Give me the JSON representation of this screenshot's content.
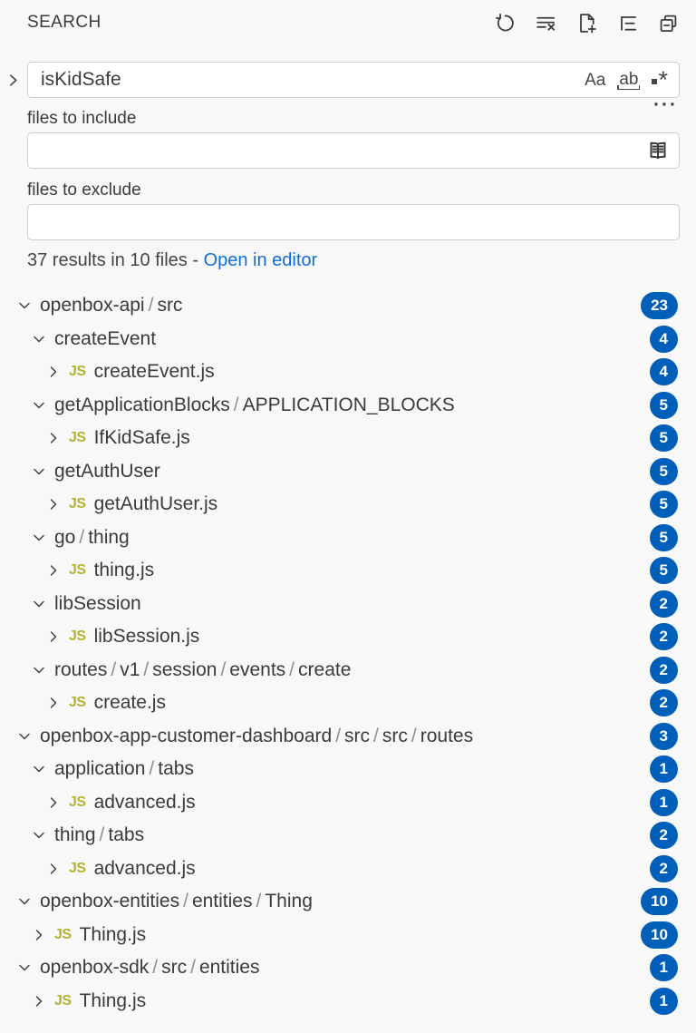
{
  "panel": {
    "title": "SEARCH"
  },
  "toolbar": {
    "icons": [
      "refresh",
      "clear-search-results",
      "new-search-editor",
      "view-as-tree",
      "collapse-all"
    ]
  },
  "search": {
    "query": "isKidSafe",
    "match_case_label": "Aa",
    "whole_word_label": "ab",
    "regex_label": "*",
    "toggle_replace_icon": "chevron-right"
  },
  "include": {
    "label": "files to include",
    "value": "",
    "more_icon": "ellipsis",
    "book_icon": "open-book"
  },
  "exclude": {
    "label": "files to exclude",
    "value": ""
  },
  "summary": {
    "text": "37 results in 10 files",
    "dash": "-",
    "link": "Open in editor"
  },
  "colors": {
    "badge": "#005fb8",
    "link": "#0f6fd7",
    "js_icon": "#b3b32e",
    "text": "#3b3b3b",
    "separator": "#909090"
  },
  "tree": [
    {
      "kind": "folder",
      "level": 0,
      "segments": [
        "openbox-api",
        "src"
      ],
      "count": "23",
      "expanded": true
    },
    {
      "kind": "folder",
      "level": 1,
      "segments": [
        "createEvent"
      ],
      "count": "4",
      "expanded": true
    },
    {
      "kind": "file",
      "level": 2,
      "name": "createEvent.js",
      "count": "4",
      "expanded": false
    },
    {
      "kind": "folder",
      "level": 1,
      "segments": [
        "getApplicationBlocks",
        "APPLICATION_BLOCKS"
      ],
      "count": "5",
      "expanded": true
    },
    {
      "kind": "file",
      "level": 2,
      "name": "IfKidSafe.js",
      "count": "5",
      "expanded": false
    },
    {
      "kind": "folder",
      "level": 1,
      "segments": [
        "getAuthUser"
      ],
      "count": "5",
      "expanded": true
    },
    {
      "kind": "file",
      "level": 2,
      "name": "getAuthUser.js",
      "count": "5",
      "expanded": false
    },
    {
      "kind": "folder",
      "level": 1,
      "segments": [
        "go",
        "thing"
      ],
      "count": "5",
      "expanded": true
    },
    {
      "kind": "file",
      "level": 2,
      "name": "thing.js",
      "count": "5",
      "expanded": false
    },
    {
      "kind": "folder",
      "level": 1,
      "segments": [
        "libSession"
      ],
      "count": "2",
      "expanded": true
    },
    {
      "kind": "file",
      "level": 2,
      "name": "libSession.js",
      "count": "2",
      "expanded": false
    },
    {
      "kind": "folder",
      "level": 1,
      "segments": [
        "routes",
        "v1",
        "session",
        "events",
        "create"
      ],
      "count": "2",
      "expanded": true
    },
    {
      "kind": "file",
      "level": 2,
      "name": "create.js",
      "count": "2",
      "expanded": false
    },
    {
      "kind": "folder",
      "level": 0,
      "segments": [
        "openbox-app-customer-dashboard",
        "src",
        "src",
        "routes"
      ],
      "count": "3",
      "expanded": true
    },
    {
      "kind": "folder",
      "level": 1,
      "segments": [
        "application",
        "tabs"
      ],
      "count": "1",
      "expanded": true
    },
    {
      "kind": "file",
      "level": 2,
      "name": "advanced.js",
      "count": "1",
      "expanded": false
    },
    {
      "kind": "folder",
      "level": 1,
      "segments": [
        "thing",
        "tabs"
      ],
      "count": "2",
      "expanded": true
    },
    {
      "kind": "file",
      "level": 2,
      "name": "advanced.js",
      "count": "2",
      "expanded": false
    },
    {
      "kind": "folder",
      "level": 0,
      "segments": [
        "openbox-entities",
        "entities",
        "Thing"
      ],
      "count": "10",
      "expanded": true
    },
    {
      "kind": "file",
      "level": 1,
      "name": "Thing.js",
      "count": "10",
      "expanded": false
    },
    {
      "kind": "folder",
      "level": 0,
      "segments": [
        "openbox-sdk",
        "src",
        "entities"
      ],
      "count": "1",
      "expanded": true
    },
    {
      "kind": "file",
      "level": 1,
      "name": "Thing.js",
      "count": "1",
      "expanded": false
    }
  ]
}
